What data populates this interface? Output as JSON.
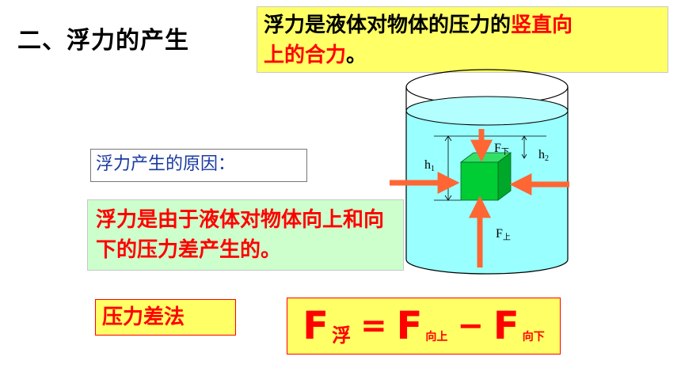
{
  "title": "二、浮力的产生",
  "definition": {
    "part1": "浮力是液体对物体的压力的",
    "highlight": "竖直向",
    "part2": "上的合力",
    "end": "。"
  },
  "cause_label": "浮力产生的原因：",
  "reason_text": "浮力是由于液体对物体向上和向下的压力差产生的。",
  "method_label": "压力差法",
  "formula": {
    "f1": "F",
    "sub1": "浮",
    "eq": "=",
    "f2": "F",
    "sub2": "向上",
    "minus": "−",
    "f3": "F",
    "sub3": "向下"
  },
  "diagram": {
    "labels": {
      "f_down": "F",
      "f_down_sub": "下",
      "f_up": "F",
      "f_up_sub": "上",
      "h1": "h",
      "h1_sub": "1",
      "h2": "h",
      "h2_sub": "2"
    },
    "colors": {
      "water": "#99ffff",
      "cube": "#00cc33",
      "arrow": "#ff6633"
    }
  }
}
